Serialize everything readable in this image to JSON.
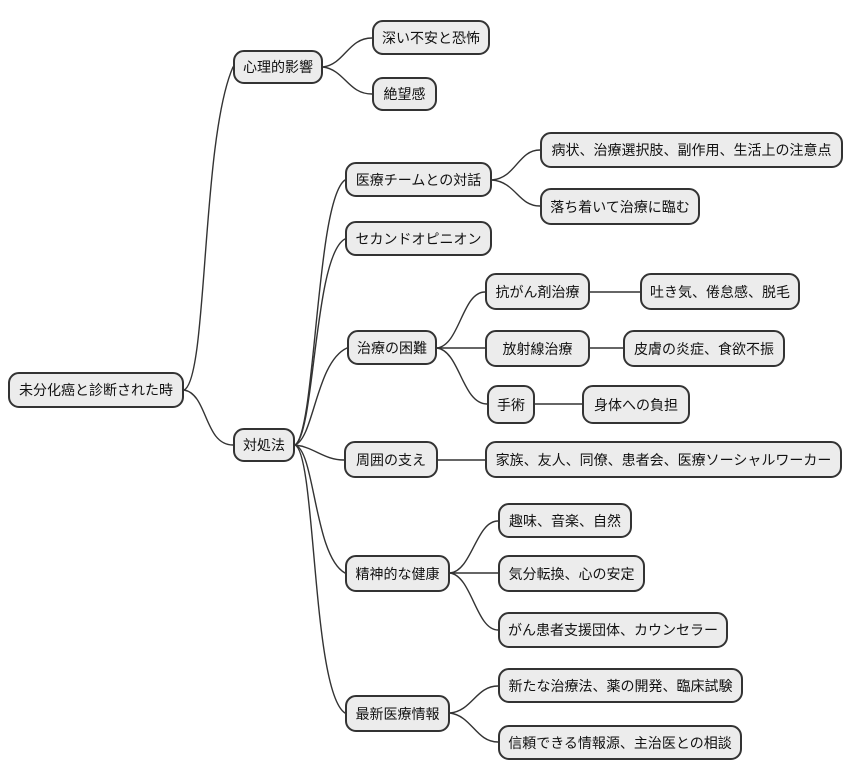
{
  "diagram": {
    "type": "mindmap",
    "background_color": "#ffffff",
    "node_fill_color": "#ececec",
    "node_border_color": "#333333",
    "edge_color": "#333333",
    "text_color": "#111111",
    "nodes": {
      "root": {
        "label": "未分化癌と診断された時"
      },
      "psychological_impact": {
        "label": "心理的影響"
      },
      "deep_anxiety": {
        "label": "深い不安と恐怖"
      },
      "despair": {
        "label": "絶望感"
      },
      "coping": {
        "label": "対処法"
      },
      "medical_team": {
        "label": "医療チームとの対話"
      },
      "symptoms_info": {
        "label": "病状、治療選択肢、副作用、生活上の注意点"
      },
      "calm_treatment": {
        "label": "落ち着いて治療に臨む"
      },
      "second_opinion": {
        "label": "セカンドオピニオン"
      },
      "treatment_difficulty": {
        "label": "治療の困難"
      },
      "chemotherapy": {
        "label": "抗がん剤治療"
      },
      "chemo_side_effects": {
        "label": "吐き気、倦怠感、脱毛"
      },
      "radiation": {
        "label": "放射線治療"
      },
      "radiation_side_effects": {
        "label": "皮膚の炎症、食欲不振"
      },
      "surgery": {
        "label": "手術"
      },
      "physical_burden": {
        "label": "身体への負担"
      },
      "support": {
        "label": "周囲の支え"
      },
      "support_people": {
        "label": "家族、友人、同僚、患者会、医療ソーシャルワーカー"
      },
      "mental_health": {
        "label": "精神的な健康"
      },
      "hobbies": {
        "label": "趣味、音楽、自然"
      },
      "mood_stability": {
        "label": "気分転換、心の安定"
      },
      "counselors": {
        "label": "がん患者支援団体、カウンセラー"
      },
      "latest_info": {
        "label": "最新医療情報"
      },
      "new_treatments": {
        "label": "新たな治療法、薬の開発、臨床試験"
      },
      "reliable_sources": {
        "label": "信頼できる情報源、主治医との相談"
      }
    },
    "edges": [
      [
        "root",
        "psychological_impact"
      ],
      [
        "root",
        "coping"
      ],
      [
        "psychological_impact",
        "deep_anxiety"
      ],
      [
        "psychological_impact",
        "despair"
      ],
      [
        "coping",
        "medical_team"
      ],
      [
        "coping",
        "second_opinion"
      ],
      [
        "coping",
        "treatment_difficulty"
      ],
      [
        "coping",
        "support"
      ],
      [
        "coping",
        "mental_health"
      ],
      [
        "coping",
        "latest_info"
      ],
      [
        "medical_team",
        "symptoms_info"
      ],
      [
        "medical_team",
        "calm_treatment"
      ],
      [
        "treatment_difficulty",
        "chemotherapy"
      ],
      [
        "treatment_difficulty",
        "radiation"
      ],
      [
        "treatment_difficulty",
        "surgery"
      ],
      [
        "chemotherapy",
        "chemo_side_effects"
      ],
      [
        "radiation",
        "radiation_side_effects"
      ],
      [
        "surgery",
        "physical_burden"
      ],
      [
        "support",
        "support_people"
      ],
      [
        "mental_health",
        "hobbies"
      ],
      [
        "mental_health",
        "mood_stability"
      ],
      [
        "mental_health",
        "counselors"
      ],
      [
        "latest_info",
        "new_treatments"
      ],
      [
        "latest_info",
        "reliable_sources"
      ]
    ]
  }
}
